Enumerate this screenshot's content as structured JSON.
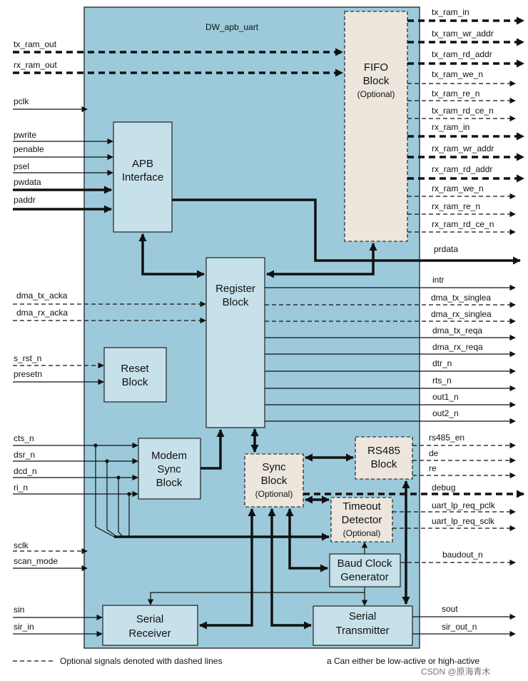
{
  "title": "DW_apb_uart",
  "colors": {
    "outer": "#9ccadb",
    "block": "#c7e1ea",
    "optional_block": "#ece6dc",
    "line": "#111111"
  },
  "blocks": {
    "fifo": {
      "line1": "FIFO",
      "line2": "Block",
      "opt": "(Optional)"
    },
    "apb": {
      "line1": "APB",
      "line2": "Interface"
    },
    "register": {
      "line1": "Register",
      "line2": "Block"
    },
    "reset": {
      "line1": "Reset",
      "line2": "Block"
    },
    "modem": {
      "line1": "Modem",
      "line2": "Sync",
      "line3": "Block"
    },
    "sync": {
      "line1": "Sync",
      "line2": "Block",
      "opt": "(Optional)"
    },
    "rs485": {
      "line1": "RS485",
      "line2": "Block"
    },
    "timeout": {
      "line1": "Timeout",
      "line2": "Detector",
      "opt": "(Optional)"
    },
    "baud": {
      "line1": "Baud Clock",
      "line2": "Generator"
    },
    "rx": {
      "line1": "Serial",
      "line2": "Receiver"
    },
    "tx": {
      "line1": "Serial",
      "line2": "Transmitter"
    }
  },
  "left_signals": {
    "tx_ram_out": "tx_ram_out",
    "rx_ram_out": "rx_ram_out",
    "pclk": "pclk",
    "pwrite": "pwrite",
    "penable": "penable",
    "psel": "psel",
    "pwdata": "pwdata",
    "paddr": "paddr",
    "dma_tx_acka": "dma_tx_acka",
    "dma_rx_acka": "dma_rx_acka",
    "s_rst_n": "s_rst_n",
    "presetn": "presetn",
    "cts_n": "cts_n",
    "dsr_n": "dsr_n",
    "dcd_n": "dcd_n",
    "ri_n": "ri_n",
    "sclk": "sclk",
    "scan_mode": "scan_mode",
    "sin": "sin",
    "sir_in": "sir_in"
  },
  "right_signals": {
    "tx_ram_in": "tx_ram_in",
    "tx_ram_wr_addr": "tx_ram_wr_addr",
    "tx_ram_rd_addr": "tx_ram_rd_addr",
    "tx_ram_we_n": "tx_ram_we_n",
    "tx_ram_re_n": "tx_ram_re_n",
    "tx_ram_rd_ce_n": "tx_ram_rd_ce_n",
    "rx_ram_in": "rx_ram_in",
    "rx_ram_wr_addr": "rx_ram_wr_addr",
    "rx_ram_rd_addr": "rx_ram_rd_addr",
    "rx_ram_we_n": "rx_ram_we_n",
    "rx_ram_re_n": "rx_ram_re_n",
    "rx_ram_rd_ce_n": "rx_ram_rd_ce_n",
    "prdata": "prdata",
    "intr": "intr",
    "dma_tx_singlea": "dma_tx_singlea",
    "dma_rx_singlea": "dma_rx_singlea",
    "dma_tx_reqa": "dma_tx_reqa",
    "dma_rx_reqa": "dma_rx_reqa",
    "dtr_n": "dtr_n",
    "rts_n": "rts_n",
    "out1_n": "out1_n",
    "out2_n": "out2_n",
    "rs485_en": "rs485_en",
    "de": "de",
    "re": "re",
    "debug": "debug",
    "uart_lp_req_pclk": "uart_lp_req_pclk",
    "uart_lp_req_sclk": "uart_lp_req_sclk",
    "baudout_n": "baudout_n",
    "sout": "sout",
    "sir_out_n": "sir_out_n"
  },
  "footer": {
    "legend": "Optional signals denoted with dashed lines",
    "note": "a Can either be low-active or high-active",
    "watermark": "CSDN @原海青木"
  }
}
